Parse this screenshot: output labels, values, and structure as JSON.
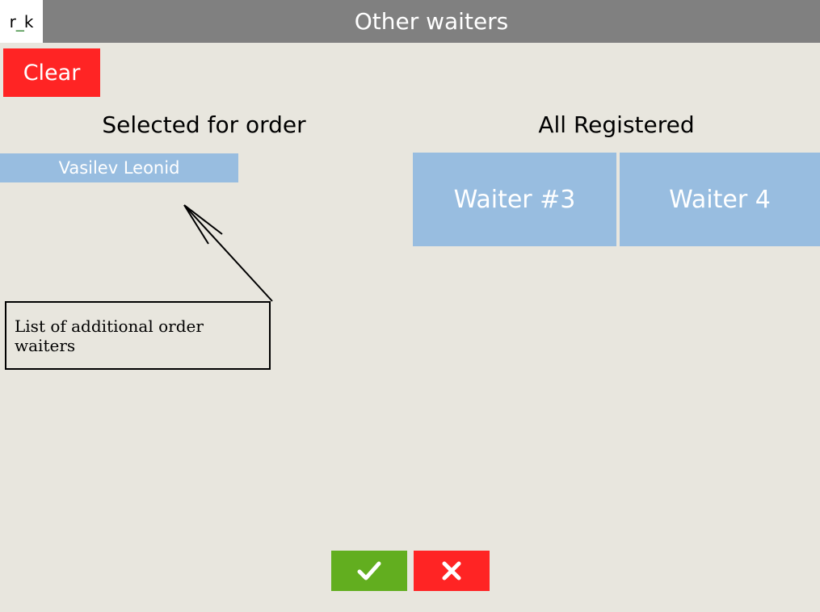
{
  "app": {
    "logo_text_left": "r",
    "logo_text_mid": "_",
    "logo_text_right": "k",
    "title": "Other waiters"
  },
  "actions": {
    "clear_label": "Clear",
    "ok_icon": "checkmark-icon",
    "cancel_icon": "close-icon"
  },
  "selected": {
    "heading": "Selected for order",
    "items": [
      "Vasilev Leonid"
    ]
  },
  "registered": {
    "heading": "All Registered",
    "items": [
      "Waiter #3",
      "Waiter 4"
    ]
  },
  "annotation": {
    "text": "List of additional order waiters"
  },
  "colors": {
    "background": "#e8e6de",
    "titlebar": "#808080",
    "danger": "#ff2424",
    "success": "#62ae1f",
    "item": "#98bde0"
  }
}
